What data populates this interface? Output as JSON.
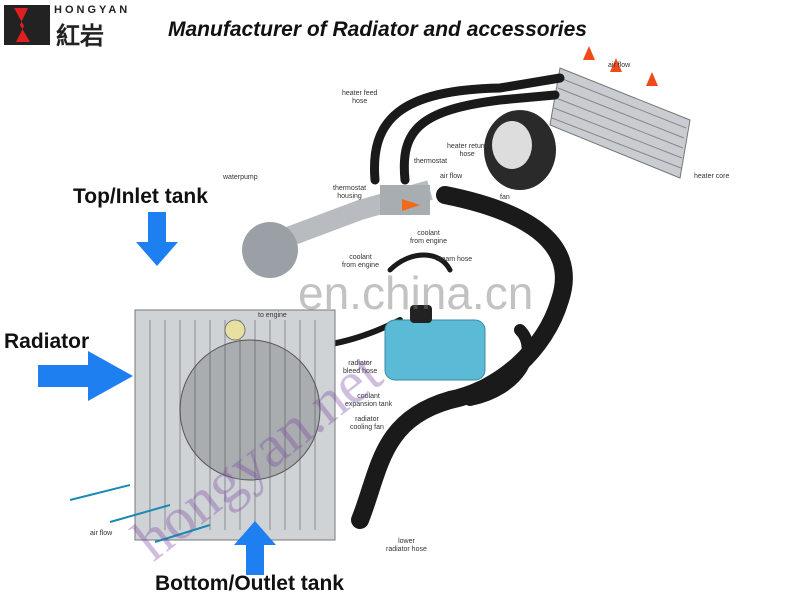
{
  "logo": {
    "brand_latin": "HONGYAN",
    "brand_chinese": "紅岩"
  },
  "title": "Manufacturer of Radiator and accessories",
  "callouts": {
    "top_tank": "Top/Inlet tank",
    "radiator": "Radiator",
    "bottom_tank": "Bottom/Outlet tank"
  },
  "labels": {
    "heater_feed_hose": "heater feed\nhose",
    "heater_return_hose": "heater return\nhose",
    "thermostat": "thermostat",
    "air_flow_fan": "air flow",
    "fan": "fan",
    "waterpump": "waterpump",
    "thermostat_housing": "thermostat\nhousing",
    "coolant_from_engine": "coolant\nfrom engine",
    "coolant_from_engine_2": "coolant\nfrom engine",
    "steam_hose": "steam hose",
    "to_engine": "to engine",
    "air_flow_top": "air flow",
    "heater_core": "heater core",
    "radiator_bleed_hose": "radiator\nbleed hose",
    "coolant_expansion_tank": "coolant\nexpansion tank",
    "radiator_cooling_fan": "radiator\ncooling fan",
    "lower_radiator_hose": "lower\nradiator hose",
    "air_flow_bottom": "air flow"
  },
  "watermarks": {
    "site": "en.china.cn",
    "diagonal": "hongyan.net"
  },
  "colors": {
    "arrow_blue": "#1e7ff0",
    "logo_red": "#e02020",
    "hose": "#1a1a1a",
    "tank": "#5bbad5"
  }
}
